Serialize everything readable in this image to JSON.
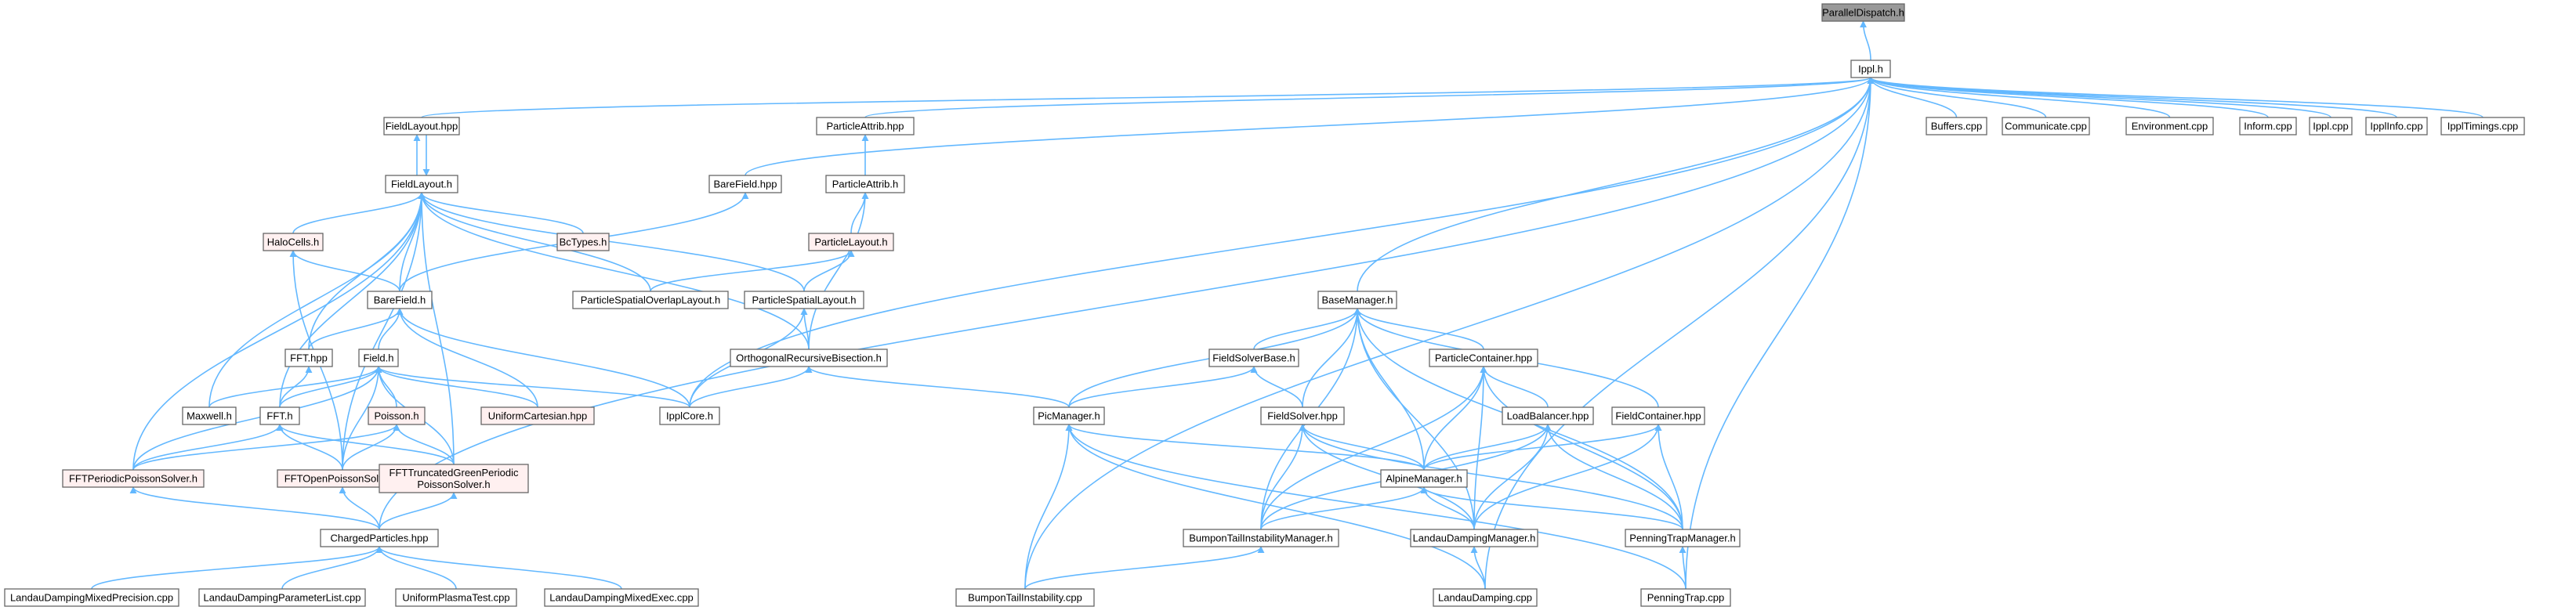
{
  "colors": {
    "edge": "#63b8ff",
    "node_fill": "#ffffff",
    "node_border": "#666666",
    "current_fill": "#999999",
    "current_border": "#666666",
    "truncated_fill": "#fff0f0",
    "truncated_border": "#e00000"
  },
  "nodes": [
    {
      "id": "ParallelDispatch",
      "label": "ParallelDispatch.h",
      "style": "current"
    },
    {
      "id": "Ippl",
      "label": "Ippl.h"
    },
    {
      "id": "FieldLayoutHpp",
      "label": "FieldLayout.hpp"
    },
    {
      "id": "ParticleAttribHpp",
      "label": "ParticleAttrib.hpp"
    },
    {
      "id": "BuffersCpp",
      "label": "Buffers.cpp"
    },
    {
      "id": "CommunicateCpp",
      "label": "Communicate.cpp"
    },
    {
      "id": "EnvironmentCpp",
      "label": "Environment.cpp"
    },
    {
      "id": "InformCpp",
      "label": "Inform.cpp"
    },
    {
      "id": "IpplCpp",
      "label": "Ippl.cpp"
    },
    {
      "id": "IpplInfoCpp",
      "label": "IpplInfo.cpp"
    },
    {
      "id": "IpplTimingsCpp",
      "label": "IpplTimings.cpp"
    },
    {
      "id": "FieldLayoutH",
      "label": "FieldLayout.h"
    },
    {
      "id": "BareFieldHpp",
      "label": "BareField.hpp"
    },
    {
      "id": "ParticleAttribH",
      "label": "ParticleAttrib.h"
    },
    {
      "id": "HaloCells",
      "label": "HaloCells.h",
      "style": "truncated"
    },
    {
      "id": "BcTypes",
      "label": "BcTypes.h",
      "style": "truncated"
    },
    {
      "id": "ParticleLayout",
      "label": "ParticleLayout.h",
      "style": "truncated"
    },
    {
      "id": "BareFieldH",
      "label": "BareField.h"
    },
    {
      "id": "PSOverlapLayout",
      "label": "ParticleSpatialOverlapLayout.h"
    },
    {
      "id": "PSLayout",
      "label": "ParticleSpatialLayout.h"
    },
    {
      "id": "BaseManager",
      "label": "BaseManager.h"
    },
    {
      "id": "FFTHpp",
      "label": "FFT.hpp"
    },
    {
      "id": "FieldH",
      "label": "Field.h"
    },
    {
      "id": "ORB",
      "label": "OrthogonalRecursiveBisection.h"
    },
    {
      "id": "FieldSolverBase",
      "label": "FieldSolverBase.h"
    },
    {
      "id": "ParticleContainer",
      "label": "ParticleContainer.hpp"
    },
    {
      "id": "MaxwellH",
      "label": "Maxwell.h"
    },
    {
      "id": "FFTH",
      "label": "FFT.h"
    },
    {
      "id": "PoissonH",
      "label": "Poisson.h",
      "style": "truncated"
    },
    {
      "id": "UniformCartesian",
      "label": "UniformCartesian.hpp",
      "style": "truncated"
    },
    {
      "id": "IpplCore",
      "label": "IpplCore.h"
    },
    {
      "id": "PicManager",
      "label": "PicManager.h"
    },
    {
      "id": "FieldSolverHpp",
      "label": "FieldSolver.hpp"
    },
    {
      "id": "LoadBalancer",
      "label": "LoadBalancer.hpp"
    },
    {
      "id": "FieldContainer",
      "label": "FieldContainer.hpp"
    },
    {
      "id": "FFTPeriodic",
      "label": "FFTPeriodicPoissonSolver.h",
      "style": "truncated"
    },
    {
      "id": "FFTOpen",
      "label": "FFTOpenPoissonSolver.h",
      "style": "truncated"
    },
    {
      "id": "FFTTruncated",
      "label": [
        "FFTTruncatedGreenPeriodic",
        "PoissonSolver.h"
      ],
      "style": "truncated"
    },
    {
      "id": "AlpineManager",
      "label": "AlpineManager.h"
    },
    {
      "id": "ChargedParticles",
      "label": "ChargedParticles.hpp"
    },
    {
      "id": "BumponTIM",
      "label": "BumponTailInstabilityManager.h"
    },
    {
      "id": "LandauDM",
      "label": "LandauDampingManager.h"
    },
    {
      "id": "PenningTM",
      "label": "PenningTrapManager.h"
    },
    {
      "id": "LDMixedPrecision",
      "label": "LandauDampingMixedPrecision.cpp"
    },
    {
      "id": "LDParameterList",
      "label": "LandauDampingParameterList.cpp"
    },
    {
      "id": "UniformPlasmaTest",
      "label": "UniformPlasmaTest.cpp"
    },
    {
      "id": "LDMixedExec",
      "label": "LandauDampingMixedExec.cpp"
    },
    {
      "id": "BumponTICpp",
      "label": "BumponTailInstability.cpp"
    },
    {
      "id": "LandauDampingCpp",
      "label": "LandauDamping.cpp"
    },
    {
      "id": "PenningTrapCpp",
      "label": "PenningTrap.cpp"
    }
  ],
  "edges": [
    [
      "Ippl",
      "ParallelDispatch"
    ],
    [
      "FieldLayoutHpp",
      "Ippl"
    ],
    [
      "ParticleAttribHpp",
      "Ippl"
    ],
    [
      "BuffersCpp",
      "Ippl"
    ],
    [
      "CommunicateCpp",
      "Ippl"
    ],
    [
      "EnvironmentCpp",
      "Ippl"
    ],
    [
      "InformCpp",
      "Ippl"
    ],
    [
      "IpplCpp",
      "Ippl"
    ],
    [
      "IpplInfoCpp",
      "Ippl"
    ],
    [
      "IpplTimingsCpp",
      "Ippl"
    ],
    [
      "BareFieldHpp",
      "Ippl"
    ],
    [
      "IpplCore",
      "Ippl"
    ],
    [
      "BaseManager",
      "Ippl"
    ],
    [
      "ChargedParticles",
      "Ippl"
    ],
    [
      "BumponTICpp",
      "Ippl"
    ],
    [
      "LandauDampingCpp",
      "Ippl"
    ],
    [
      "PenningTrapCpp",
      "Ippl"
    ],
    [
      "FieldLayoutH",
      "FieldLayoutHpp"
    ],
    [
      "FieldLayoutHpp",
      "FieldLayoutH"
    ],
    [
      "ParticleAttribH",
      "ParticleAttribHpp"
    ],
    [
      "HaloCells",
      "FieldLayoutH"
    ],
    [
      "BcTypes",
      "FieldLayoutH"
    ],
    [
      "BareFieldH",
      "FieldLayoutH"
    ],
    [
      "PSOverlapLayout",
      "FieldLayoutH"
    ],
    [
      "PSLayout",
      "FieldLayoutH"
    ],
    [
      "FFTHpp",
      "FieldLayoutH"
    ],
    [
      "ORB",
      "FieldLayoutH"
    ],
    [
      "MaxwellH",
      "FieldLayoutH"
    ],
    [
      "FFTH",
      "FieldLayoutH"
    ],
    [
      "FFTPeriodic",
      "FieldLayoutH"
    ],
    [
      "FFTOpen",
      "FieldLayoutH"
    ],
    [
      "FFTTruncated",
      "FieldLayoutH"
    ],
    [
      "BareFieldH",
      "BareFieldHpp"
    ],
    [
      "ParticleLayout",
      "ParticleAttribH"
    ],
    [
      "ORB",
      "ParticleAttribH"
    ],
    [
      "PSOverlapLayout",
      "ParticleLayout"
    ],
    [
      "PSLayout",
      "ParticleLayout"
    ],
    [
      "BareFieldH",
      "HaloCells"
    ],
    [
      "FFTOpen",
      "HaloCells"
    ],
    [
      "FieldH",
      "BareFieldH"
    ],
    [
      "FFTHpp",
      "BareFieldH"
    ],
    [
      "IpplCore",
      "BareFieldH"
    ],
    [
      "UniformCartesian",
      "BareFieldH"
    ],
    [
      "ORB",
      "PSLayout"
    ],
    [
      "IpplCore",
      "PSLayout"
    ],
    [
      "MaxwellH",
      "FieldH"
    ],
    [
      "FFTH",
      "FieldH"
    ],
    [
      "PoissonH",
      "FieldH"
    ],
    [
      "UniformCartesian",
      "FieldH"
    ],
    [
      "IpplCore",
      "FieldH"
    ],
    [
      "FFTPeriodic",
      "FieldH"
    ],
    [
      "FFTOpen",
      "FieldH"
    ],
    [
      "FFTTruncated",
      "FieldH"
    ],
    [
      "FFTH",
      "FFTHpp"
    ],
    [
      "FFTPeriodic",
      "FFTH"
    ],
    [
      "FFTOpen",
      "FFTH"
    ],
    [
      "FFTTruncated",
      "FFTH"
    ],
    [
      "FFTPeriodic",
      "PoissonH"
    ],
    [
      "FFTOpen",
      "PoissonH"
    ],
    [
      "FFTTruncated",
      "PoissonH"
    ],
    [
      "IpplCore",
      "ORB"
    ],
    [
      "PicManager",
      "ORB"
    ],
    [
      "ChargedParticles",
      "FFTPeriodic"
    ],
    [
      "ChargedParticles",
      "FFTOpen"
    ],
    [
      "ChargedParticles",
      "FFTTruncated"
    ],
    [
      "LDMixedPrecision",
      "ChargedParticles"
    ],
    [
      "LDParameterList",
      "ChargedParticles"
    ],
    [
      "UniformPlasmaTest",
      "ChargedParticles"
    ],
    [
      "LDMixedExec",
      "ChargedParticles"
    ],
    [
      "FieldSolverBase",
      "BaseManager"
    ],
    [
      "ParticleContainer",
      "BaseManager"
    ],
    [
      "PicManager",
      "BaseManager"
    ],
    [
      "FieldSolverHpp",
      "BaseManager"
    ],
    [
      "FieldContainer",
      "BaseManager"
    ],
    [
      "AlpineManager",
      "BaseManager"
    ],
    [
      "BumponTIM",
      "BaseManager"
    ],
    [
      "LandauDM",
      "BaseManager"
    ],
    [
      "PenningTM",
      "BaseManager"
    ],
    [
      "PicManager",
      "FieldSolverBase"
    ],
    [
      "FieldSolverHpp",
      "FieldSolverBase"
    ],
    [
      "LoadBalancer",
      "ParticleContainer"
    ],
    [
      "AlpineManager",
      "ParticleContainer"
    ],
    [
      "BumponTIM",
      "ParticleContainer"
    ],
    [
      "LandauDM",
      "ParticleContainer"
    ],
    [
      "PenningTM",
      "ParticleContainer"
    ],
    [
      "AlpineManager",
      "PicManager"
    ],
    [
      "BumponTICpp",
      "PicManager"
    ],
    [
      "LandauDampingCpp",
      "PicManager"
    ],
    [
      "PenningTrapCpp",
      "PicManager"
    ],
    [
      "AlpineManager",
      "FieldSolverHpp"
    ],
    [
      "BumponTIM",
      "FieldSolverHpp"
    ],
    [
      "LandauDM",
      "FieldSolverHpp"
    ],
    [
      "PenningTM",
      "FieldSolverHpp"
    ],
    [
      "AlpineManager",
      "LoadBalancer"
    ],
    [
      "BumponTIM",
      "LoadBalancer"
    ],
    [
      "LandauDM",
      "LoadBalancer"
    ],
    [
      "PenningTM",
      "LoadBalancer"
    ],
    [
      "AlpineManager",
      "FieldContainer"
    ],
    [
      "LandauDM",
      "FieldContainer"
    ],
    [
      "PenningTM",
      "FieldContainer"
    ],
    [
      "BumponTIM",
      "AlpineManager"
    ],
    [
      "LandauDM",
      "AlpineManager"
    ],
    [
      "PenningTM",
      "AlpineManager"
    ],
    [
      "BumponTICpp",
      "BumponTIM"
    ],
    [
      "LandauDampingCpp",
      "LandauDM"
    ],
    [
      "PenningTrapCpp",
      "PenningTM"
    ]
  ]
}
